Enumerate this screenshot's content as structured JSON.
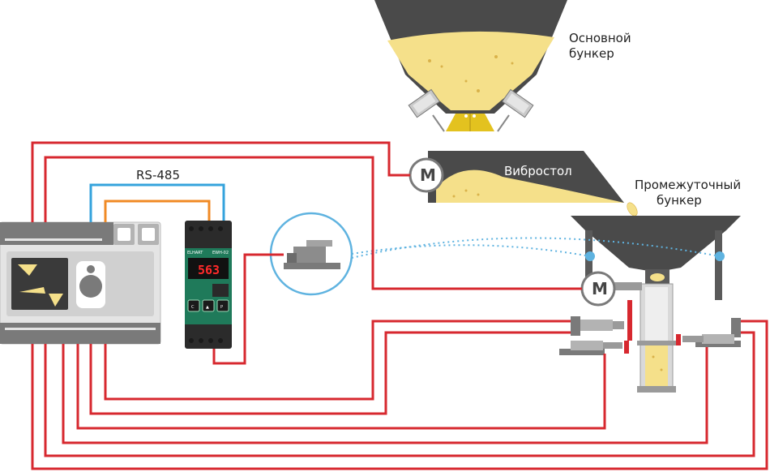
{
  "labels": {
    "main_hopper": [
      "Основной",
      "бункер"
    ],
    "vibrating_table": "Вибростол",
    "intermediate_hopper": [
      "Промежуточный",
      "бункер"
    ],
    "bus": "RS-485"
  },
  "controller_display": {
    "brand": "ELHART",
    "model": "EWH-02",
    "value": "563",
    "buttons": [
      "C",
      "▲",
      "P"
    ]
  },
  "motor_symbol": "M",
  "colors": {
    "signal_wire": "#d7282f",
    "rs485_blue": "#35a3dc",
    "rs485_orange": "#f08a24",
    "material": "#f5e08a",
    "hopper_gray": "#4a4a4a",
    "sensor_link": "#5fb3e0",
    "controller_green": "#1f7a5a"
  },
  "icons": [
    "plc-unit",
    "weight-controller",
    "load-cell",
    "motor-icon",
    "valve-actuator"
  ]
}
